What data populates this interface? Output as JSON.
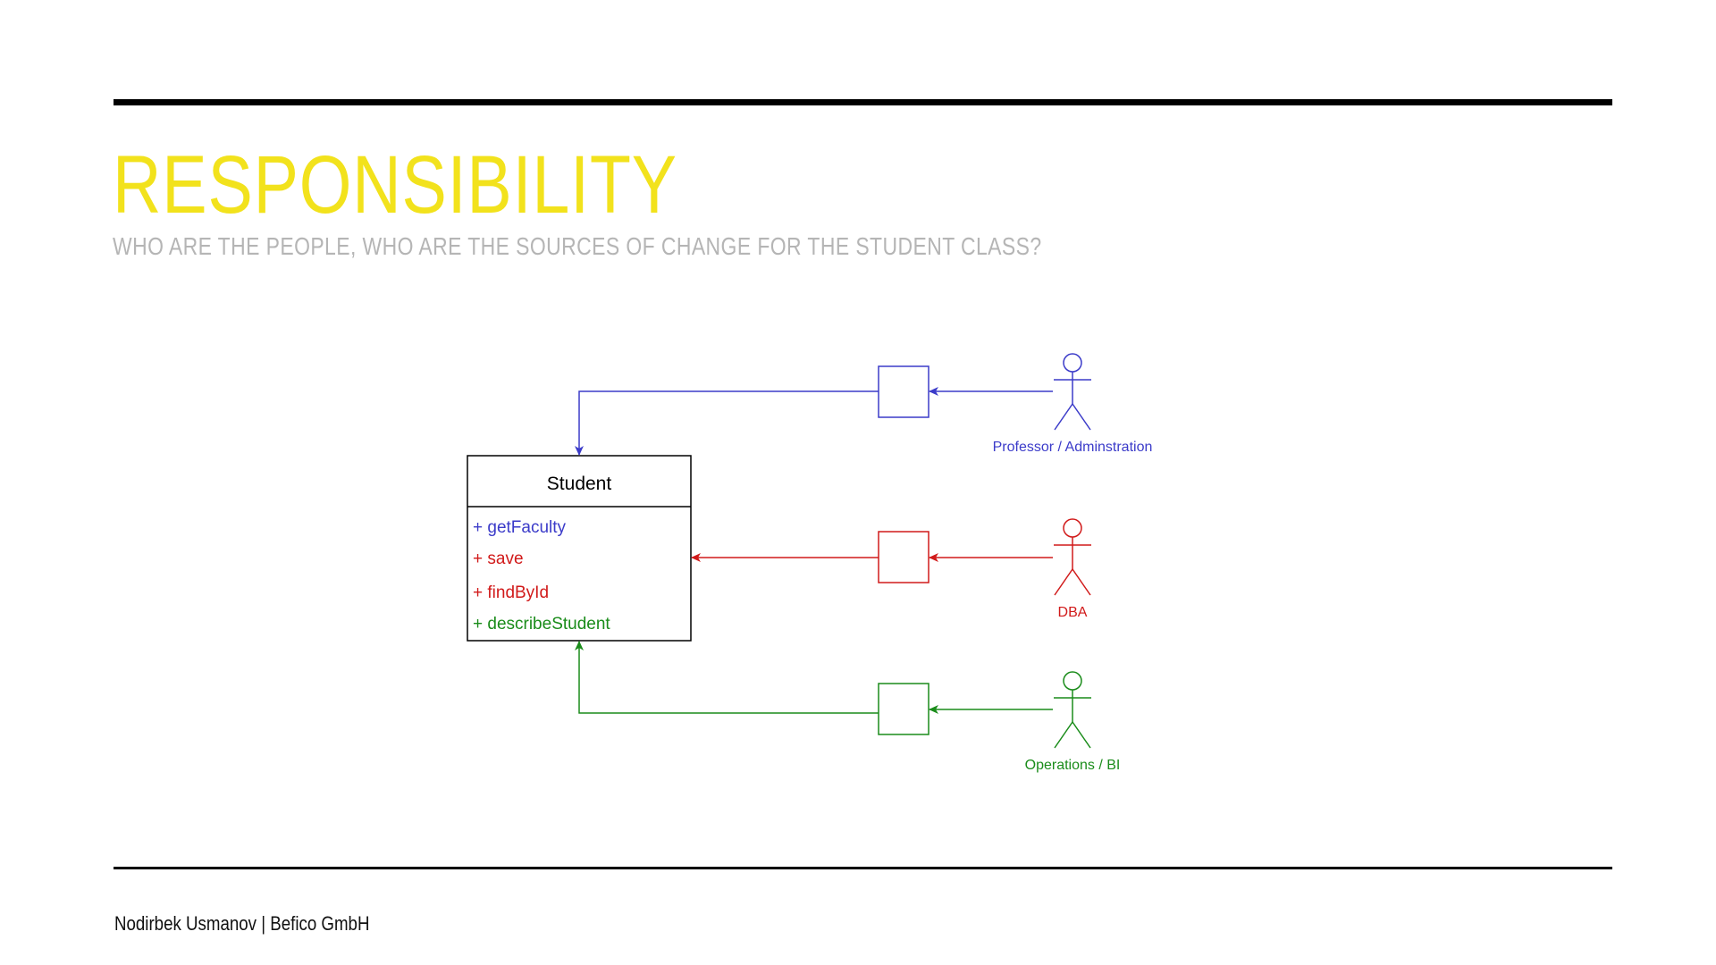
{
  "slide": {
    "title": "RESPONSIBILITY",
    "subtitle": "WHO ARE THE PEOPLE, WHO ARE THE SOURCES OF CHANGE FOR THE STUDENT CLASS?",
    "footer": "Nodirbek Usmanov | Befico GmbH"
  },
  "colors": {
    "title": "#f2e21c",
    "subtitle": "#b5b5b5",
    "blue": "#3b3bc9",
    "red": "#d11a1a",
    "green": "#1a8c1a",
    "black": "#000000"
  },
  "diagram": {
    "class": {
      "name": "Student",
      "methods": [
        {
          "label": "+ getFaculty",
          "color": "blue"
        },
        {
          "label": "+ save",
          "color": "red"
        },
        {
          "label": "+ findById",
          "color": "red"
        },
        {
          "label": "+ describeStudent",
          "color": "green"
        }
      ]
    },
    "actors": [
      {
        "label": "Professor / Adminstration",
        "color": "blue"
      },
      {
        "label": "DBA",
        "color": "red"
      },
      {
        "label": "Operations / BI",
        "color": "green"
      }
    ]
  }
}
